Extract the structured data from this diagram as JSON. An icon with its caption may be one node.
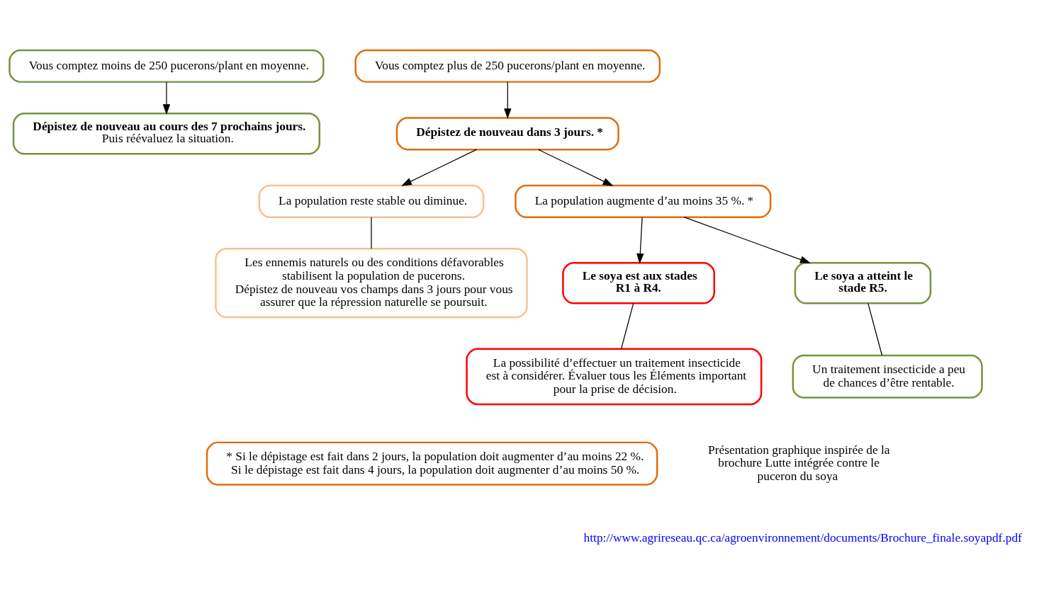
{
  "diagram": {
    "nodes": [
      {
        "text": [
          "Vous comptez moins de 250 pucerons/plant en moyenne."
        ]
      },
      {
        "text": [
          "Vous comptez plus de 250 pucerons/plant en moyenne."
        ]
      },
      {
        "text": [
          "Dépistez de nouveau au cours des 7 prochains jours.",
          "Puis réévaluez la situation."
        ]
      },
      {
        "text": [
          "Dépistez de nouveau dans 3 jours. *"
        ]
      },
      {
        "text": [
          "La population reste stable ou diminue."
        ]
      },
      {
        "text": [
          "La population augmente d’au moins 35 %. *"
        ]
      },
      {
        "text": [
          "Les ennemis naturels ou des conditions défavorables stabilisent la population de pucerons.",
          "Dépistez de nouveau vos champs dans 3 jours pour vous assurer que la répression naturelle se poursuit."
        ]
      },
      {
        "text": [
          "Le soya est aux stades R1 à R4."
        ]
      },
      {
        "text": [
          "Le soya a atteint le stade R5."
        ]
      },
      {
        "text": [
          "La possibilité d’effectuer un traitement insecticide est à considérer. Évaluer tous les Éléments important pour la prise de décision."
        ]
      },
      {
        "text": [
          "Un traitement insecticide a peu de chances d’être rentable."
        ]
      },
      {
        "text": [
          "* Si le dépistage est fait dans 2 jours, la population doit augmenter d’au moins 22 %.",
          "Si le dépistage est fait dans 4 jours, la population doit augmenter d’au moins 50 %."
        ]
      }
    ],
    "edges": [
      {
        "from": 0,
        "to": 2,
        "arrow": "to"
      },
      {
        "from": 1,
        "to": 3,
        "arrow": "to"
      },
      {
        "from": 3,
        "to": 4,
        "arrow": "to"
      },
      {
        "from": 3,
        "to": 5,
        "arrow": "to"
      },
      {
        "from": 4,
        "to": 6,
        "arrow": "none"
      },
      {
        "from": 5,
        "to": 7,
        "arrow": "to"
      },
      {
        "from": 5,
        "to": 8,
        "arrow": "to"
      },
      {
        "from": 7,
        "to": 9,
        "arrow": "none"
      },
      {
        "from": 8,
        "to": 10,
        "arrow": "none"
      }
    ],
    "labels": [
      "Présentation graphique inspirée de la brochure Lutte intégrée contre le puceron du soya",
      "http://www.agrireseau.qc.ca/agroenvironnement/documents/Brochure_finale.soyapdf.pdf"
    ]
  }
}
